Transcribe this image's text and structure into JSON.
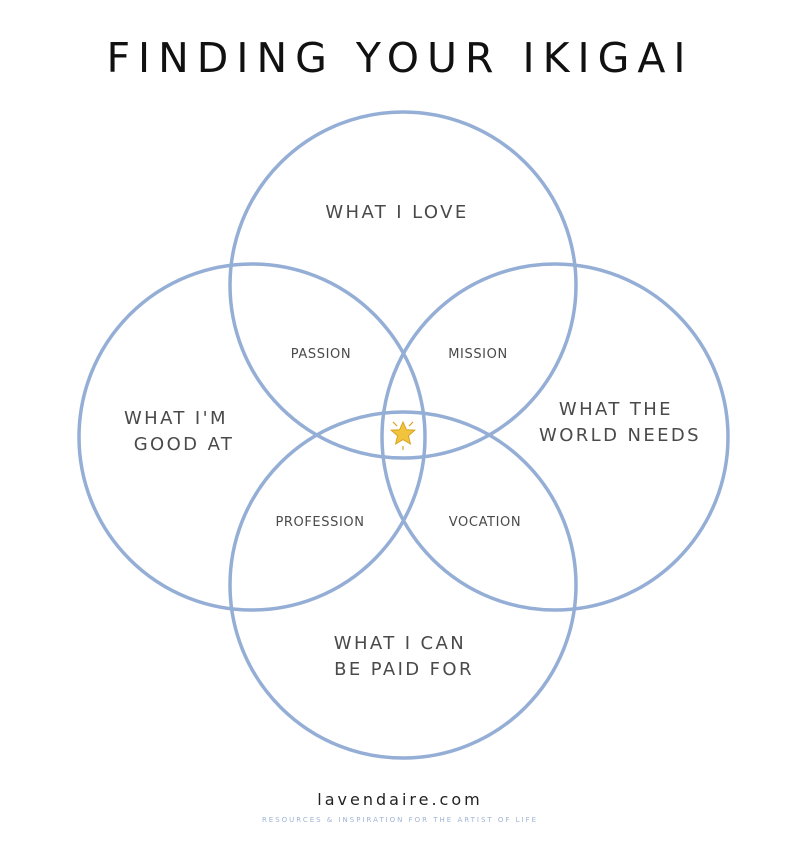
{
  "title": "FINDING YOUR IKIGAI",
  "colors": {
    "circle_stroke": "#94aed6",
    "text": "#4a4a4a",
    "title": "#111111",
    "tagline": "#9fb3d4",
    "star": "#f2c43d"
  },
  "circles": {
    "love": [
      "WHAT I LOVE"
    ],
    "good_at": [
      "WHAT I'M",
      "GOOD AT"
    ],
    "world_needs": [
      "WHAT THE",
      "WORLD NEEDS"
    ],
    "paid_for": [
      "WHAT I CAN",
      "BE PAID FOR"
    ]
  },
  "overlaps": {
    "passion": "PASSION",
    "mission": "MISSION",
    "profession": "PROFESSION",
    "vocation": "VOCATION"
  },
  "center_icon": "star-icon",
  "footer": {
    "site": "lavendaire.com",
    "tagline": "RESOURCES & INSPIRATION FOR THE ARTIST OF LIFE"
  }
}
